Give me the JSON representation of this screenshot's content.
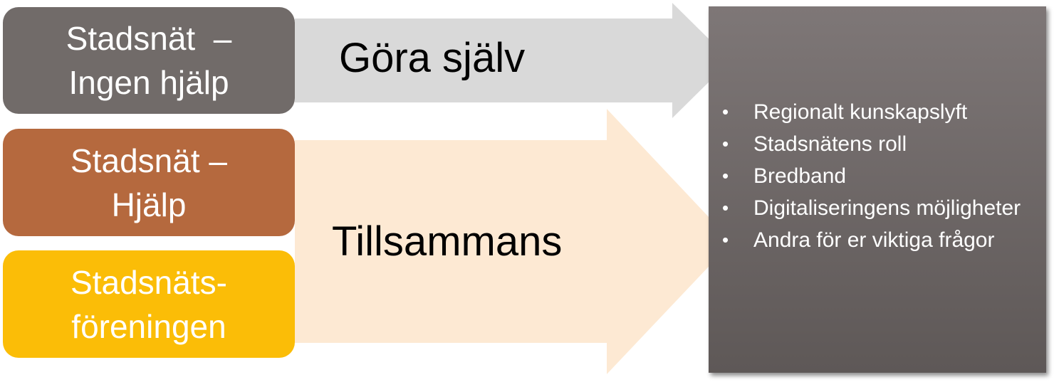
{
  "boxes": [
    {
      "line1": "Stadsnät  –",
      "line2": "Ingen hjälp",
      "color": "#716b69"
    },
    {
      "line1": "Stadsnät –",
      "line2": "Hjälp",
      "color": "#b5693e"
    },
    {
      "line1": "Stadsnäts-",
      "line2": "föreningen",
      "color": "#fbbd07"
    }
  ],
  "arrows": [
    {
      "label": "Göra själv",
      "color": "#d9d9d9"
    },
    {
      "label": "Tillsammans",
      "color": "#fde9d3"
    }
  ],
  "topics": {
    "color": "#6e6867",
    "items": [
      "Regionalt kunskapslyft",
      "Stadsnätens roll",
      "Bredband",
      "Digitaliseringens möjligheter",
      "Andra för er viktiga frågor"
    ]
  }
}
